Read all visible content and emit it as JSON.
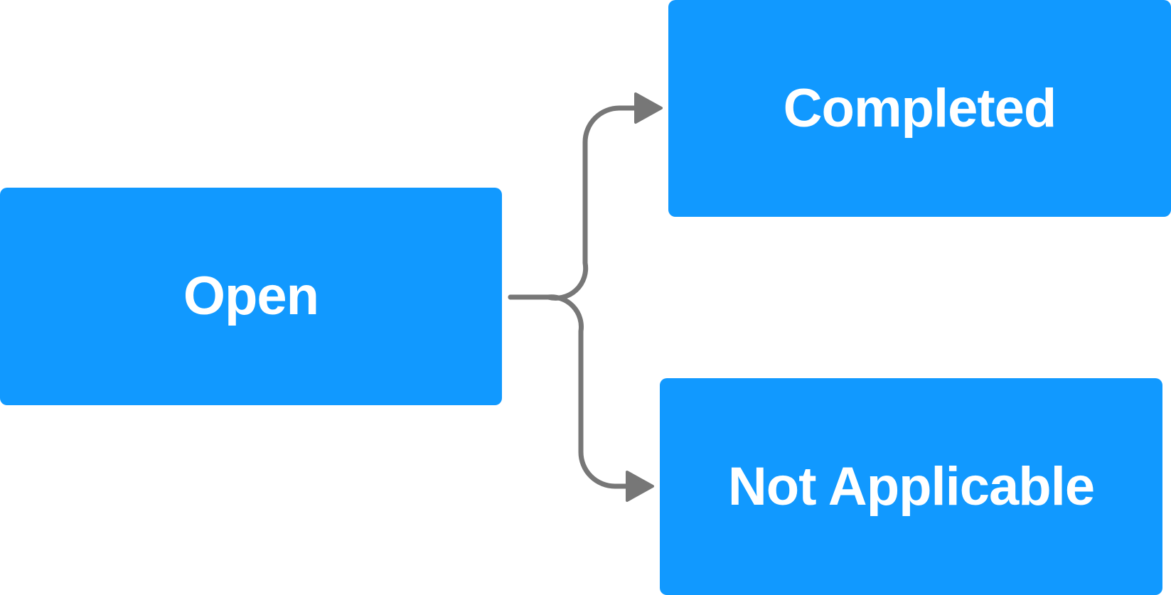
{
  "diagram": {
    "nodes": {
      "open": {
        "label": "Open"
      },
      "completed": {
        "label": "Completed"
      },
      "not_applicable": {
        "label": "Not Applicable"
      }
    },
    "edges": [
      {
        "from": "Open",
        "to": "Completed"
      },
      {
        "from": "Open",
        "to": "Not Applicable"
      }
    ],
    "colors": {
      "node_fill": "#1199ff",
      "node_text": "#ffffff",
      "connector": "#777777",
      "background": "#ffffff"
    }
  }
}
